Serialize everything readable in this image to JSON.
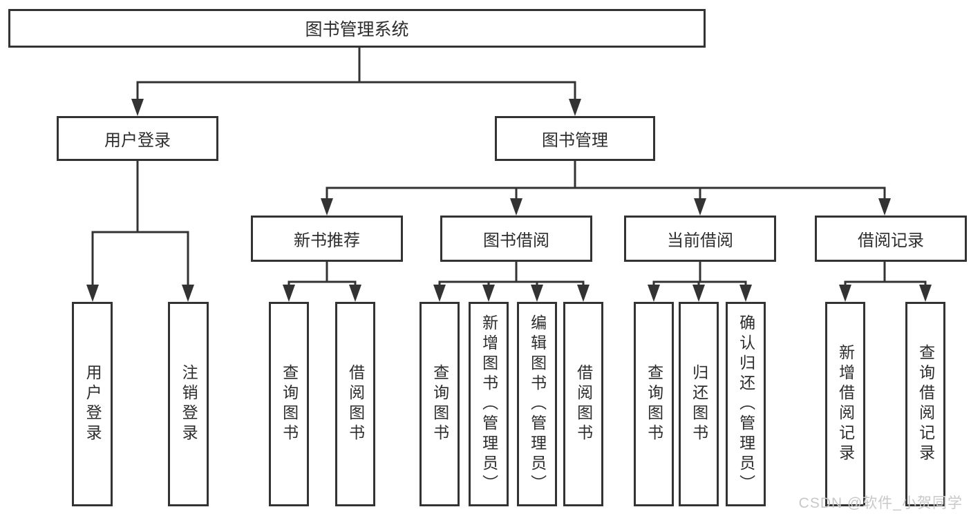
{
  "tree": {
    "root": "图书管理系统",
    "branches": [
      {
        "label": "用户登录",
        "children": [
          "用户登录",
          "注销登录"
        ]
      },
      {
        "label": "图书管理",
        "sections": [
          {
            "label": "新书推荐",
            "children": [
              "查询图书",
              "借阅图书"
            ]
          },
          {
            "label": "图书借阅",
            "children": [
              "查询图书",
              "新增图书（管理员）",
              "编辑图书（管理员）",
              "借阅图书"
            ]
          },
          {
            "label": "当前借阅",
            "children": [
              "查询图书",
              "归还图书",
              "确认归还（管理员）"
            ]
          },
          {
            "label": "借阅记录",
            "children": [
              "新增借阅记录",
              "查询借阅记录"
            ]
          }
        ]
      }
    ]
  },
  "watermark": {
    "text": "CSDN @软件_小贺同学"
  },
  "colors": {
    "line": "#333333",
    "text": "#2d2d2d",
    "background": "#ffffff",
    "watermark": "#c8c8c8"
  }
}
